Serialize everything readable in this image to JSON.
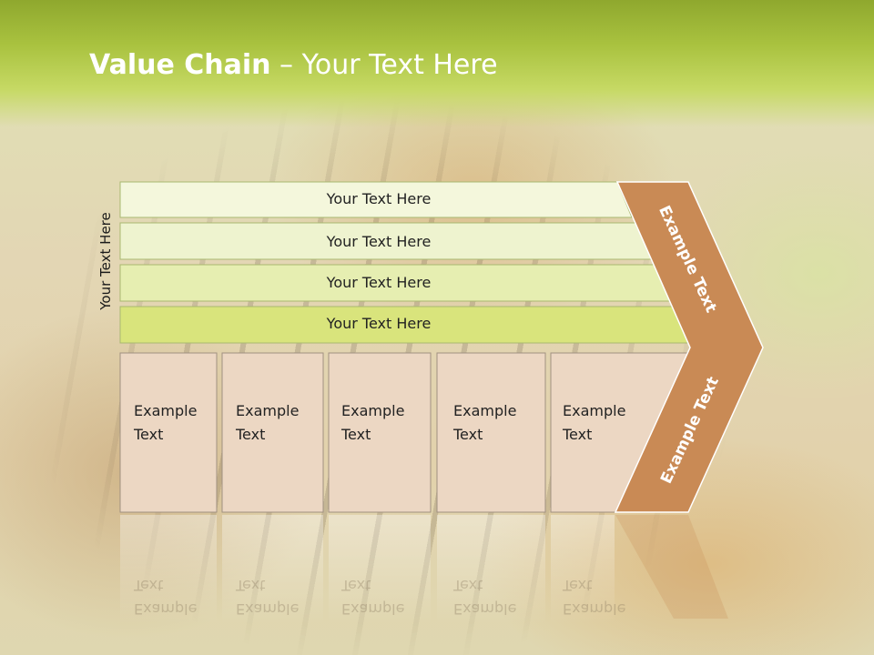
{
  "title": {
    "bold": "Value Chain",
    "rest": " – Your Text Here"
  },
  "side_label": "Your Text Here",
  "bars": [
    "Your Text Here",
    "Your Text Here",
    "Your Text Here",
    "Your Text Here"
  ],
  "boxes": [
    {
      "line1": "Example",
      "line2": "Text"
    },
    {
      "line1": "Example",
      "line2": "Text"
    },
    {
      "line1": "Example",
      "line2": "Text"
    },
    {
      "line1": "Example",
      "line2": "Text"
    },
    {
      "line1": "Example",
      "line2": "Text"
    }
  ],
  "chevron": {
    "upper": "Example Text",
    "lower": "Example Text"
  },
  "colors": {
    "header": "#a9c23f",
    "bar_light": "#f4f7dc",
    "bar_dark": "#d9e47c",
    "box": "#ecd7c3",
    "chevron": "#c98a55"
  }
}
